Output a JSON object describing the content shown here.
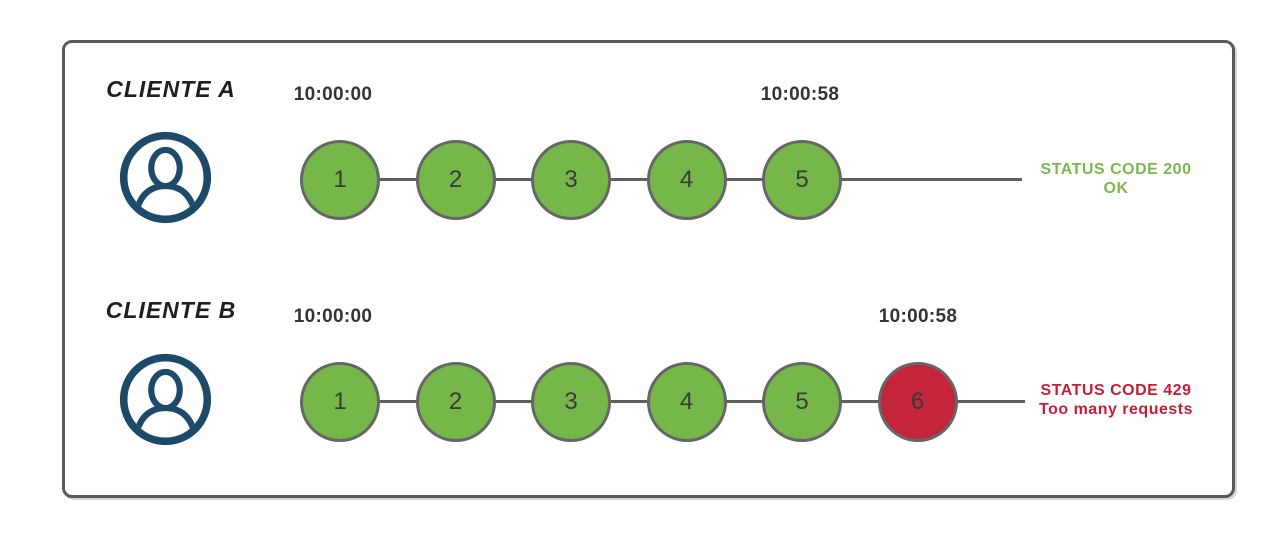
{
  "colors": {
    "success_green": "#76b74a",
    "limited_red": "#c5253a",
    "status_ok_text": "#7ab84d",
    "status_error_text": "#c41f39",
    "circle_border": "#666666",
    "line": "#5f5f5f",
    "box_border": "#5a5a5a",
    "timestamp_text": "#333333",
    "client_text": "#1f1f1f",
    "avatar_blue": "#1d4a68",
    "circle_number": "#3a3a3a"
  },
  "rows": [
    {
      "client_label": "CLIENTE A",
      "start_time": "10:00:00",
      "end_time": "10:00:58",
      "requests": [
        {
          "label": "1",
          "status": "success"
        },
        {
          "label": "2",
          "status": "success"
        },
        {
          "label": "3",
          "status": "success"
        },
        {
          "label": "4",
          "status": "success"
        },
        {
          "label": "5",
          "status": "success"
        }
      ],
      "status": {
        "line1": "STATUS CODE 200",
        "line2": "OK",
        "kind": "ok"
      }
    },
    {
      "client_label": "CLIENTE B",
      "start_time": "10:00:00",
      "end_time": "10:00:58",
      "requests": [
        {
          "label": "1",
          "status": "success"
        },
        {
          "label": "2",
          "status": "success"
        },
        {
          "label": "3",
          "status": "success"
        },
        {
          "label": "4",
          "status": "success"
        },
        {
          "label": "5",
          "status": "success"
        },
        {
          "label": "6",
          "status": "limited"
        }
      ],
      "status": {
        "line1": "STATUS CODE 429",
        "line2": "Too many requests",
        "kind": "error"
      }
    }
  ]
}
